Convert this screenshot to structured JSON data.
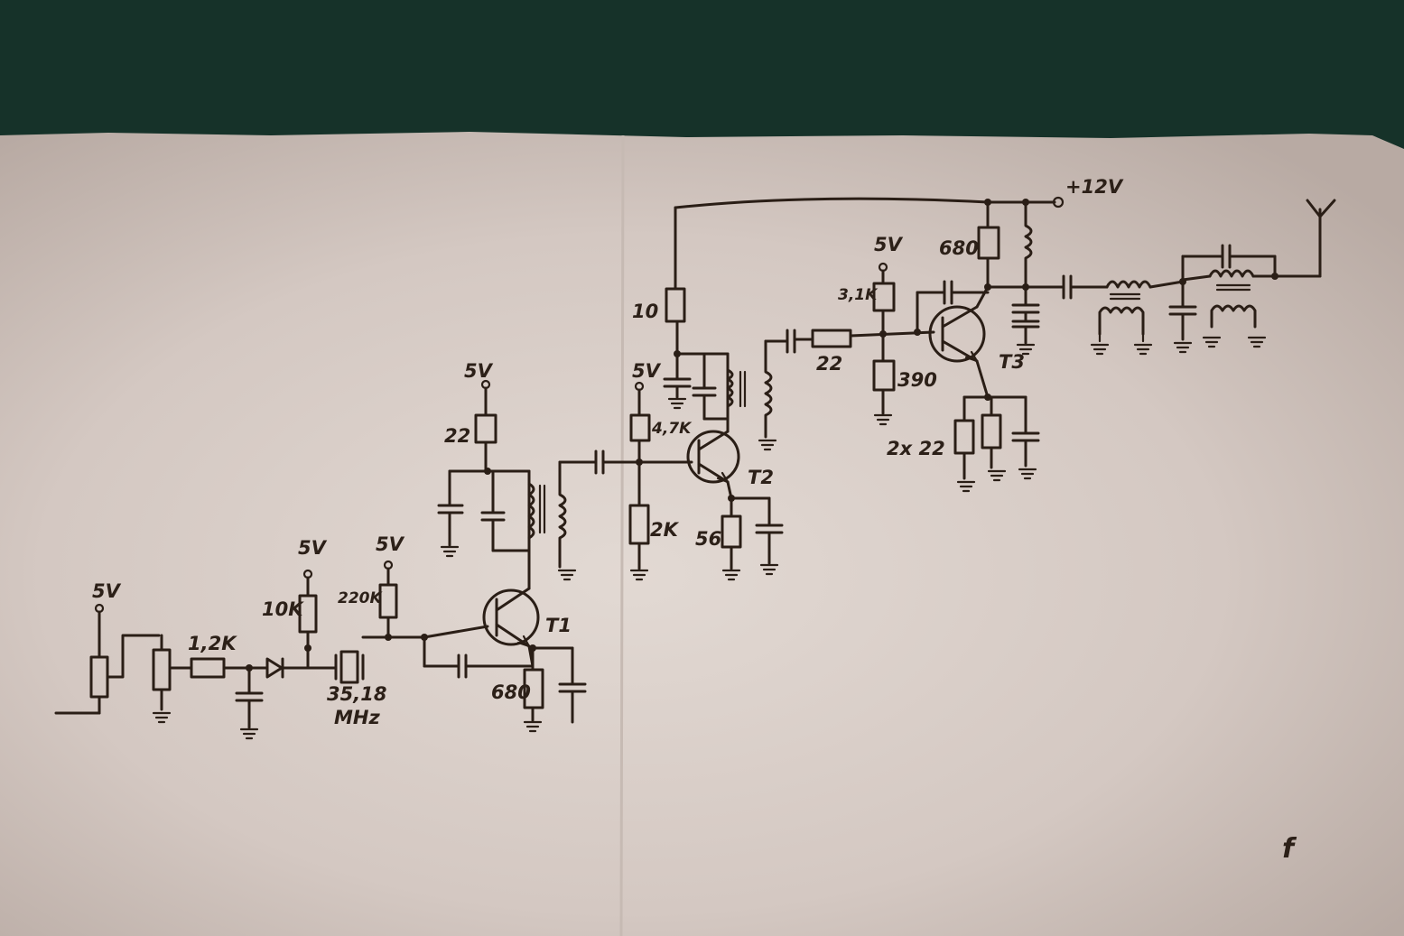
{
  "supply": {
    "main": "+12V",
    "logic": "5V"
  },
  "stage1": {
    "transistor": "T1",
    "resistor_divider": "1,2K",
    "bias_upper": "10K",
    "bias_crystal": "220K",
    "crystal_freq": "35,18",
    "crystal_unit": "MHz",
    "collector_res": "22",
    "emitter_res": "680"
  },
  "stage2": {
    "transistor": "T2",
    "supply_res": "10",
    "bias_upper": "4,7K",
    "bias_lower": "2K",
    "emitter_res": "56"
  },
  "stage3": {
    "transistor": "T3",
    "collector_res": "680",
    "bias_upper": "3,1K",
    "bias_lower": "390",
    "series_res": "22",
    "emitter_res": "2x 22"
  },
  "mark": "f"
}
